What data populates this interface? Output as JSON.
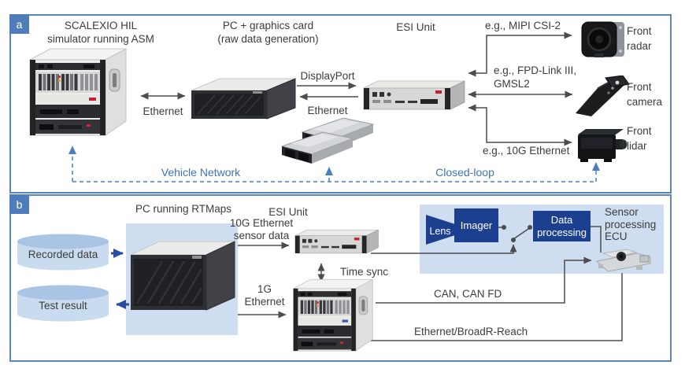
{
  "colors": {
    "panel_border": "#5b84c0",
    "badge_bg": "#4f7cba",
    "blue_text": "#3e73b8",
    "dashed_blue": "#4d7fc0",
    "navy_box": "#1c3f8f",
    "navy_arrow": "#2a4da0",
    "light_blue": "#cfddf0",
    "cylinder_body": "#c9dbef",
    "cylinder_top": "#a9c4e4",
    "line_grey": "#4d4d4d",
    "text_grey": "#3c3c3b"
  },
  "panel_a": {
    "badge": "a",
    "simulator_label": [
      "SCALEXIO HIL",
      "simulator running ASM"
    ],
    "pc_label": [
      "PC + graphics card",
      "(raw data generation)"
    ],
    "esi_label": "ESI Unit",
    "ethernet_rack_pc": "Ethernet",
    "displayport": "DisplayPort",
    "ethernet_pc_esi": "Ethernet",
    "mipi": "e.g., MIPI CSI-2",
    "fpd": [
      "e.g., FPD-Link III,",
      "GMSL2"
    ],
    "eth_10g": "e.g., 10G Ethernet",
    "front_radar": [
      "Front",
      "radar"
    ],
    "front_camera": [
      "Front",
      "camera"
    ],
    "front_lidar": [
      "Front",
      "lidar"
    ],
    "vehicle_network": "Vehicle Network",
    "closed_loop": "Closed-loop"
  },
  "panel_b": {
    "badge": "b",
    "pc_label": "PC running RTMaps",
    "recorded_data": "Recorded data",
    "test_result": "Test result",
    "eth_10g": [
      "10G Ethernet",
      "sensor data"
    ],
    "esi_label": "ESI Unit",
    "time_sync": "Time sync",
    "eth_1g": [
      "1G",
      "Ethernet"
    ],
    "lens": "Lens",
    "imager": "Imager",
    "data_processing": [
      "Data",
      "processing"
    ],
    "sensor_ecu": [
      "Sensor",
      "processing",
      "ECU"
    ],
    "can": "CAN, CAN FD",
    "broadr_reach": "Ethernet/BroadR-Reach"
  }
}
